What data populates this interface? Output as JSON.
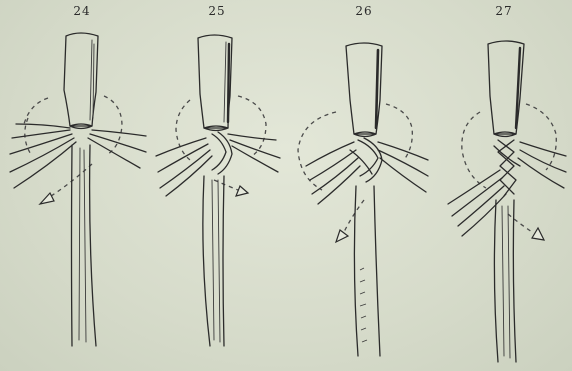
{
  "steps": [
    {
      "label": "24"
    },
    {
      "label": "25"
    },
    {
      "label": "26"
    },
    {
      "label": "27"
    }
  ]
}
